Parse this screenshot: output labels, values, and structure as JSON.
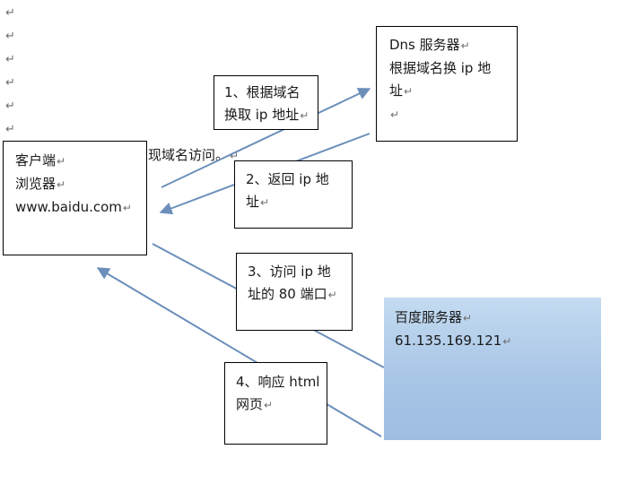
{
  "paragraph_mark": "↵",
  "background_text": "实现域名访问。",
  "client": {
    "lines": [
      "客户端",
      "浏览器",
      "www.baidu.com"
    ]
  },
  "dns_server": {
    "lines": [
      "Dns 服务器",
      "根据域名换 ip 地",
      "址",
      ""
    ]
  },
  "step1": {
    "lines": [
      "1、根据域名",
      "换取 ip 地址"
    ]
  },
  "step2": {
    "lines": [
      "2、返回 ip 地",
      "址"
    ]
  },
  "step3": {
    "lines": [
      "3、访问 ip 地",
      "址的 80 端口"
    ]
  },
  "step4": {
    "lines": [
      "4、响应 html",
      "网页"
    ]
  },
  "baidu_server": {
    "lines": [
      "百度服务器",
      "61.135.169.121"
    ]
  },
  "colors": {
    "arrow": "#6b8fba",
    "server_fill_top": "#c4dbf1",
    "server_fill_bottom": "#9ebde2"
  }
}
